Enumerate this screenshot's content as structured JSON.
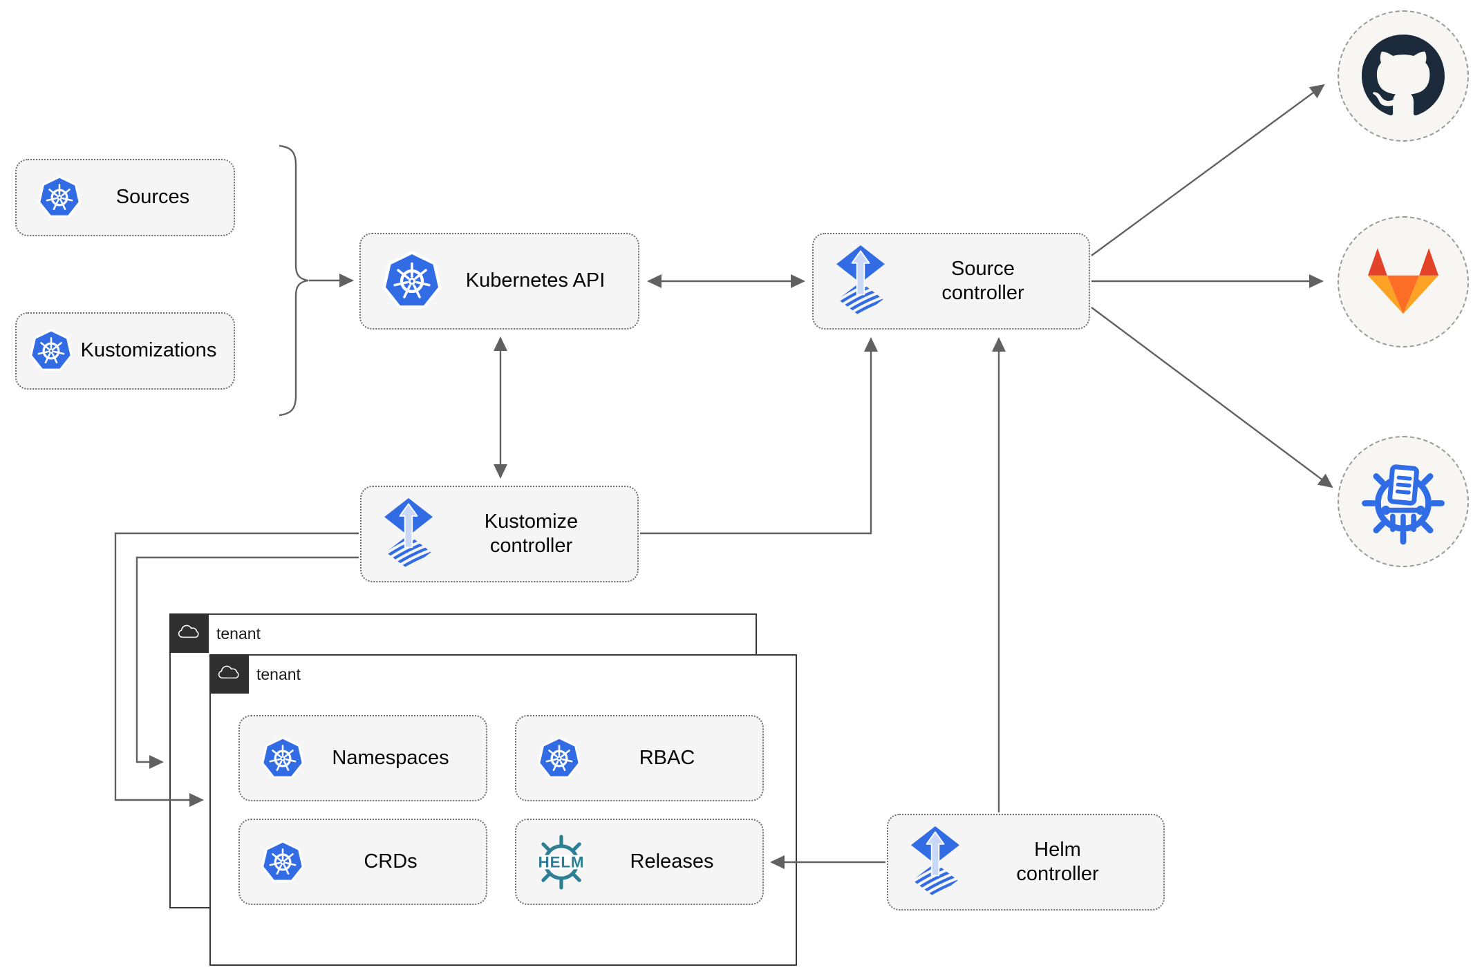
{
  "nodes": {
    "sources": {
      "label": "Sources"
    },
    "kustomizations": {
      "label": "Kustomizations"
    },
    "kubernetes_api": {
      "label": "Kubernetes API"
    },
    "source_controller": {
      "label": "Source\ncontroller"
    },
    "kustomize_controller": {
      "label": "Kustomize\ncontroller"
    },
    "helm_controller": {
      "label": "Helm\ncontroller"
    },
    "tenant_back": {
      "label": "tenant"
    },
    "tenant_front": {
      "label": "tenant"
    },
    "namespaces": {
      "label": "Namespaces"
    },
    "rbac": {
      "label": "RBAC"
    },
    "crds": {
      "label": "CRDs"
    },
    "releases": {
      "label": "Releases",
      "badge": "HELM"
    }
  },
  "external_services": {
    "github": {
      "icon": "github-logo"
    },
    "gitlab": {
      "icon": "gitlab-logo"
    },
    "chart_repository": {
      "icon": "chartmuseum-logo"
    }
  },
  "edges": [
    {
      "from": "sources+kustomizations",
      "to": "kubernetes_api",
      "type": "arrow"
    },
    {
      "from": "kubernetes_api",
      "to": "source_controller",
      "type": "double-arrow"
    },
    {
      "from": "kubernetes_api",
      "to": "kustomize_controller",
      "type": "double-arrow"
    },
    {
      "from": "kustomize_controller",
      "to": "source_controller",
      "type": "arrow"
    },
    {
      "from": "helm_controller",
      "to": "source_controller",
      "type": "arrow"
    },
    {
      "from": "helm_controller",
      "to": "releases",
      "type": "arrow"
    },
    {
      "from": "kustomize_controller",
      "to": "tenant_front",
      "type": "arrow"
    },
    {
      "from": "kustomize_controller",
      "to": "tenant_back",
      "type": "arrow"
    },
    {
      "from": "source_controller",
      "to": "github",
      "type": "arrow"
    },
    {
      "from": "source_controller",
      "to": "gitlab",
      "type": "arrow"
    },
    {
      "from": "source_controller",
      "to": "chart_repository",
      "type": "arrow"
    }
  ],
  "colors": {
    "kubernetes_blue": "#326ce5",
    "flux_blue": "#316ce4",
    "flux_arrow_light": "#c9d8f6",
    "helm_teal": "#2d7e95",
    "github_dark": "#1b2b3c",
    "gitlab_red": "#e24329",
    "gitlab_orange": "#fc6d26",
    "gitlab_light_orange": "#fca326",
    "chartmuseum_blue": "#2f6ce5",
    "connector_gray": "#616161",
    "node_background": "#f5f5f5",
    "tab_dark": "#2f2f2f"
  }
}
